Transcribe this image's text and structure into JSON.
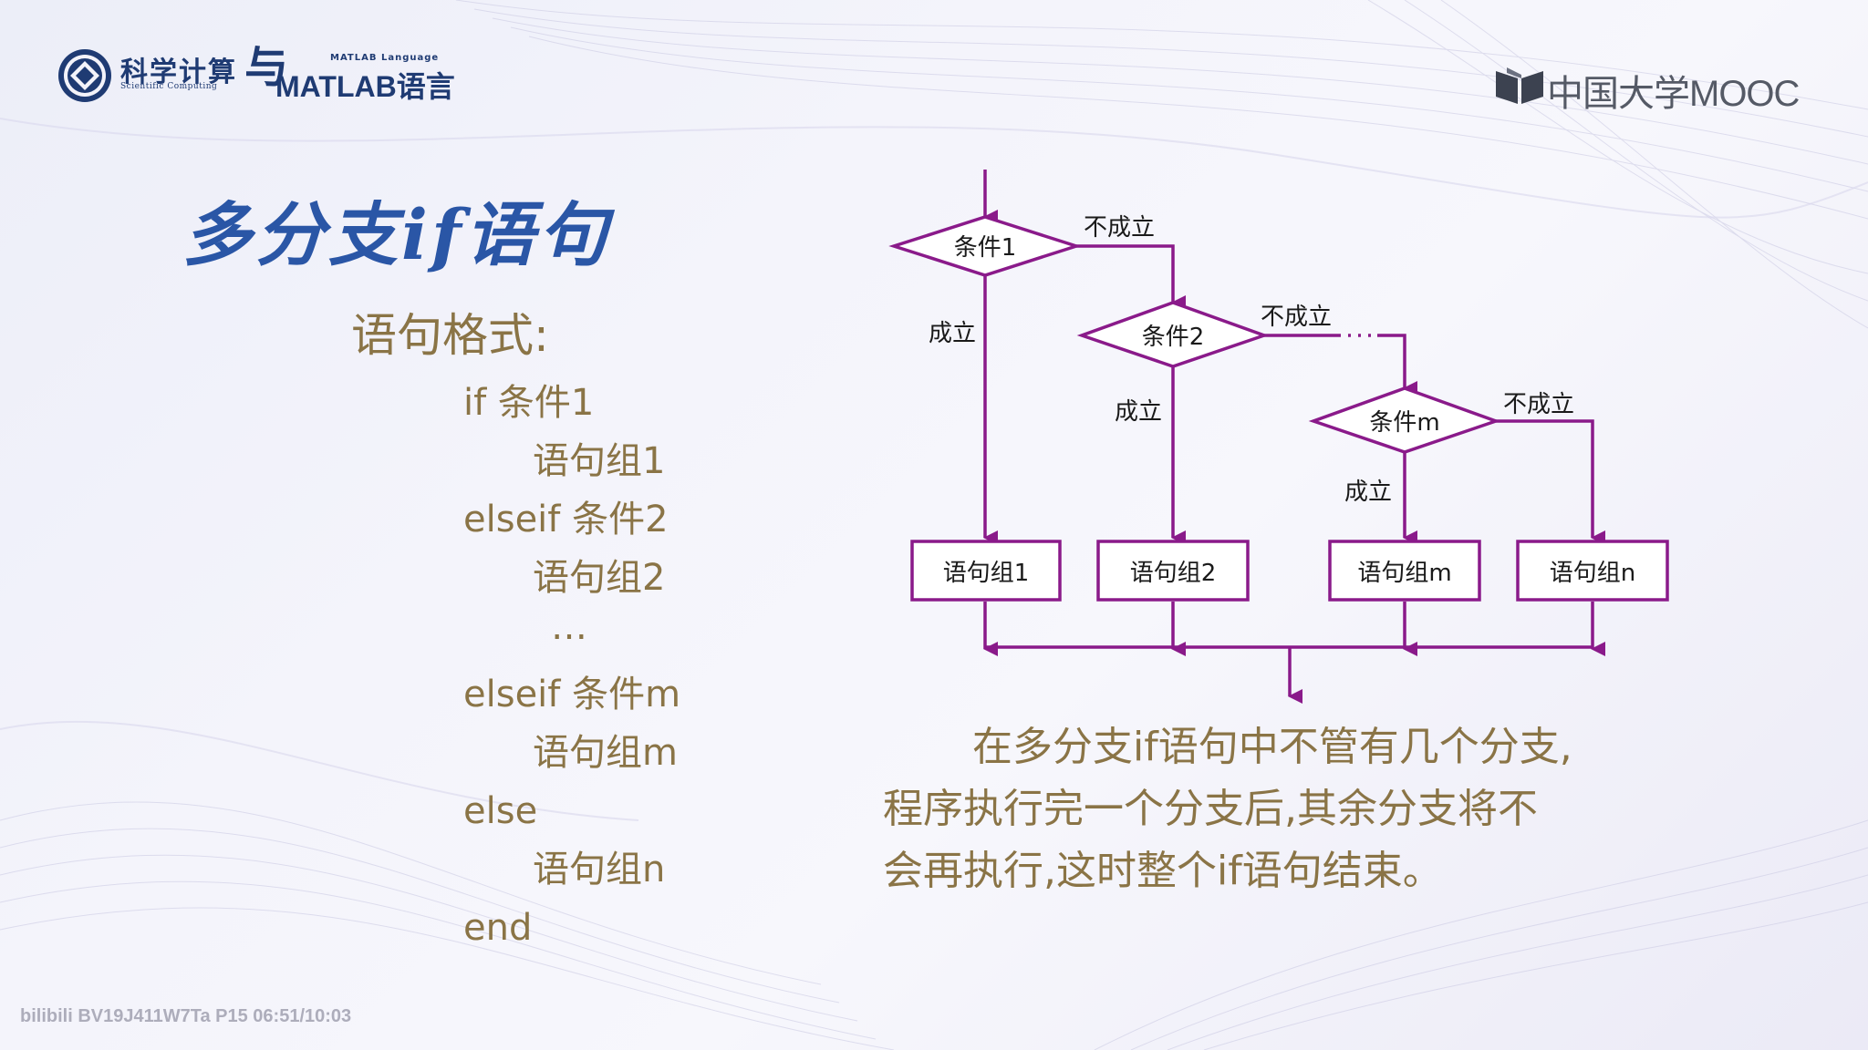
{
  "header": {
    "logo_cn": "科学计算",
    "logo_yu": "与",
    "logo_en_sub": "Scientific Computing",
    "logo_matlab_lang": "MATLAB Language",
    "logo_matlab": "MATLAB语言",
    "mooc_text": "中国大学MOOC"
  },
  "slide": {
    "title": "多分支if语句",
    "syntax_heading": "语句格式:",
    "code_lines": [
      "if  条件1",
      "语句组1",
      "elseif  条件2",
      "语句组2",
      "…",
      "elseif  条件m",
      "语句组m",
      "else",
      "语句组n",
      "end"
    ],
    "description_lines": [
      "在多分支if语句中不管有几个分支,",
      "程序执行完一个分支后,其余分支将不",
      "会再执行,这时整个if语句结束。"
    ]
  },
  "flowchart": {
    "conditions": [
      "条件1",
      "条件2",
      "条件m"
    ],
    "yes_label": "成立",
    "no_label": "不成立",
    "ellipsis": "…",
    "blocks": [
      "语句组1",
      "语句组2",
      "语句组m",
      "语句组n"
    ],
    "line_color": "#8a1a8a"
  },
  "watermark": {
    "text": "bilibili  BV19J411W7Ta P15 06:51/10:03"
  }
}
